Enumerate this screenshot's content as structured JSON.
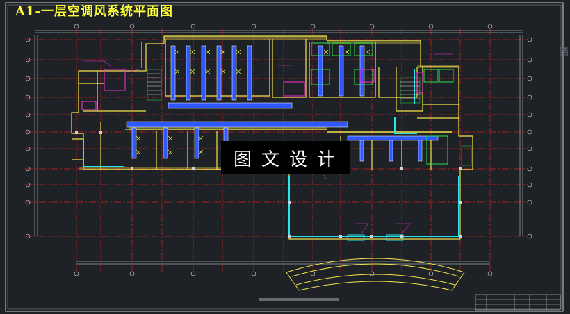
{
  "drawing": {
    "title": "A1-一层空调风系统平面图",
    "watermark": "图文设计",
    "side_glyph": "西"
  },
  "colors": {
    "background": "#1e2227",
    "frame": "#cfd3d8",
    "gridline": "#d21e1e",
    "walls": "#f2e24a",
    "duct": "#2f59ff",
    "duct_edge": "#ffffff",
    "cyan_wall": "#2be6f0",
    "magenta": "#ff2bd6",
    "green": "#27e24b",
    "title": "#ffff3a"
  }
}
